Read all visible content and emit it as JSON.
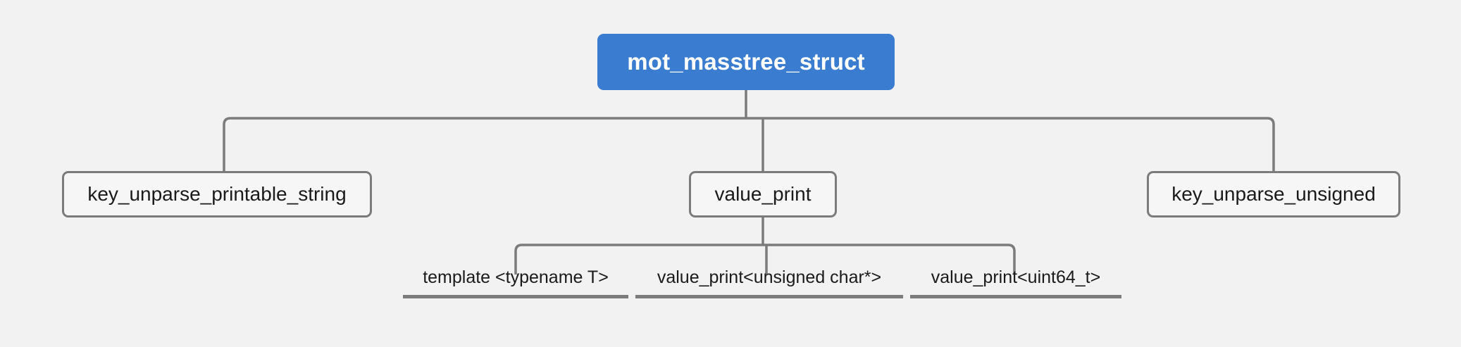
{
  "diagram": {
    "title": "mot_masstree_struct call hierarchy",
    "type": "tree",
    "background_color": "#f2f2f2",
    "edge_color": "#7b7b7b",
    "root": {
      "label": "mot_masstree_struct",
      "fill_color": "#3a7dd0",
      "text_color": "#ffffff"
    },
    "level1": [
      {
        "label": "key_unparse_printable_string"
      },
      {
        "label": "value_print"
      },
      {
        "label": "key_unparse_unsigned"
      }
    ],
    "level2": [
      {
        "label": "template <typename T>"
      },
      {
        "label": "value_print<unsigned char*>"
      },
      {
        "label": "value_print<uint64_t>"
      }
    ],
    "edges": [
      {
        "from": "mot_masstree_struct",
        "to": "key_unparse_printable_string"
      },
      {
        "from": "mot_masstree_struct",
        "to": "value_print"
      },
      {
        "from": "mot_masstree_struct",
        "to": "key_unparse_unsigned"
      },
      {
        "from": "value_print",
        "to": "template <typename T>"
      },
      {
        "from": "value_print",
        "to": "value_print<unsigned char*>"
      },
      {
        "from": "value_print",
        "to": "value_print<uint64_t>"
      }
    ]
  }
}
